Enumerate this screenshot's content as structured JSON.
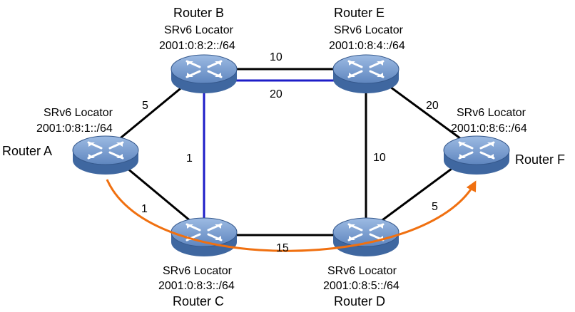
{
  "colors": {
    "link_black": "#000000",
    "link_blue": "#1d1dc8",
    "path_orange": "#f07010",
    "router_dark": "#3f67a0",
    "router_light": "#7fa3d4"
  },
  "routers": [
    {
      "id": "A",
      "name": "Router A",
      "locator_title": "SRv6 Locator",
      "locator": "2001:0:8:1::/64",
      "icon": "router-icon"
    },
    {
      "id": "B",
      "name": "Router B",
      "locator_title": "SRv6 Locator",
      "locator": "2001:0:8:2::/64",
      "icon": "router-icon"
    },
    {
      "id": "C",
      "name": "Router C",
      "locator_title": "SRv6 Locator",
      "locator": "2001:0:8:3::/64",
      "icon": "router-icon"
    },
    {
      "id": "D",
      "name": "Router D",
      "locator_title": "SRv6 Locator",
      "locator": "2001:0:8:5::/64",
      "icon": "router-icon"
    },
    {
      "id": "E",
      "name": "Router E",
      "locator_title": "SRv6 Locator",
      "locator": "2001:0:8:4::/64",
      "icon": "router-icon"
    },
    {
      "id": "F",
      "name": "Router F",
      "locator_title": "SRv6 Locator",
      "locator": "2001:0:8:6::/64",
      "icon": "router-icon"
    }
  ],
  "links": [
    {
      "from": "A",
      "to": "B",
      "cost": "5",
      "color": "black"
    },
    {
      "from": "A",
      "to": "C",
      "cost": "1",
      "color": "black"
    },
    {
      "from": "B",
      "to": "E",
      "cost": "10",
      "color": "black"
    },
    {
      "from": "B",
      "to": "E",
      "cost": "20",
      "color": "blue"
    },
    {
      "from": "B",
      "to": "C",
      "cost": "1",
      "color": "blue"
    },
    {
      "from": "C",
      "to": "D",
      "cost": "15",
      "color": "black"
    },
    {
      "from": "E",
      "to": "D",
      "cost": "10",
      "color": "black"
    },
    {
      "from": "E",
      "to": "F",
      "cost": "20",
      "color": "black"
    },
    {
      "from": "D",
      "to": "F",
      "cost": "5",
      "color": "black"
    }
  ],
  "path": {
    "from": "A",
    "to": "F",
    "color": "orange"
  }
}
